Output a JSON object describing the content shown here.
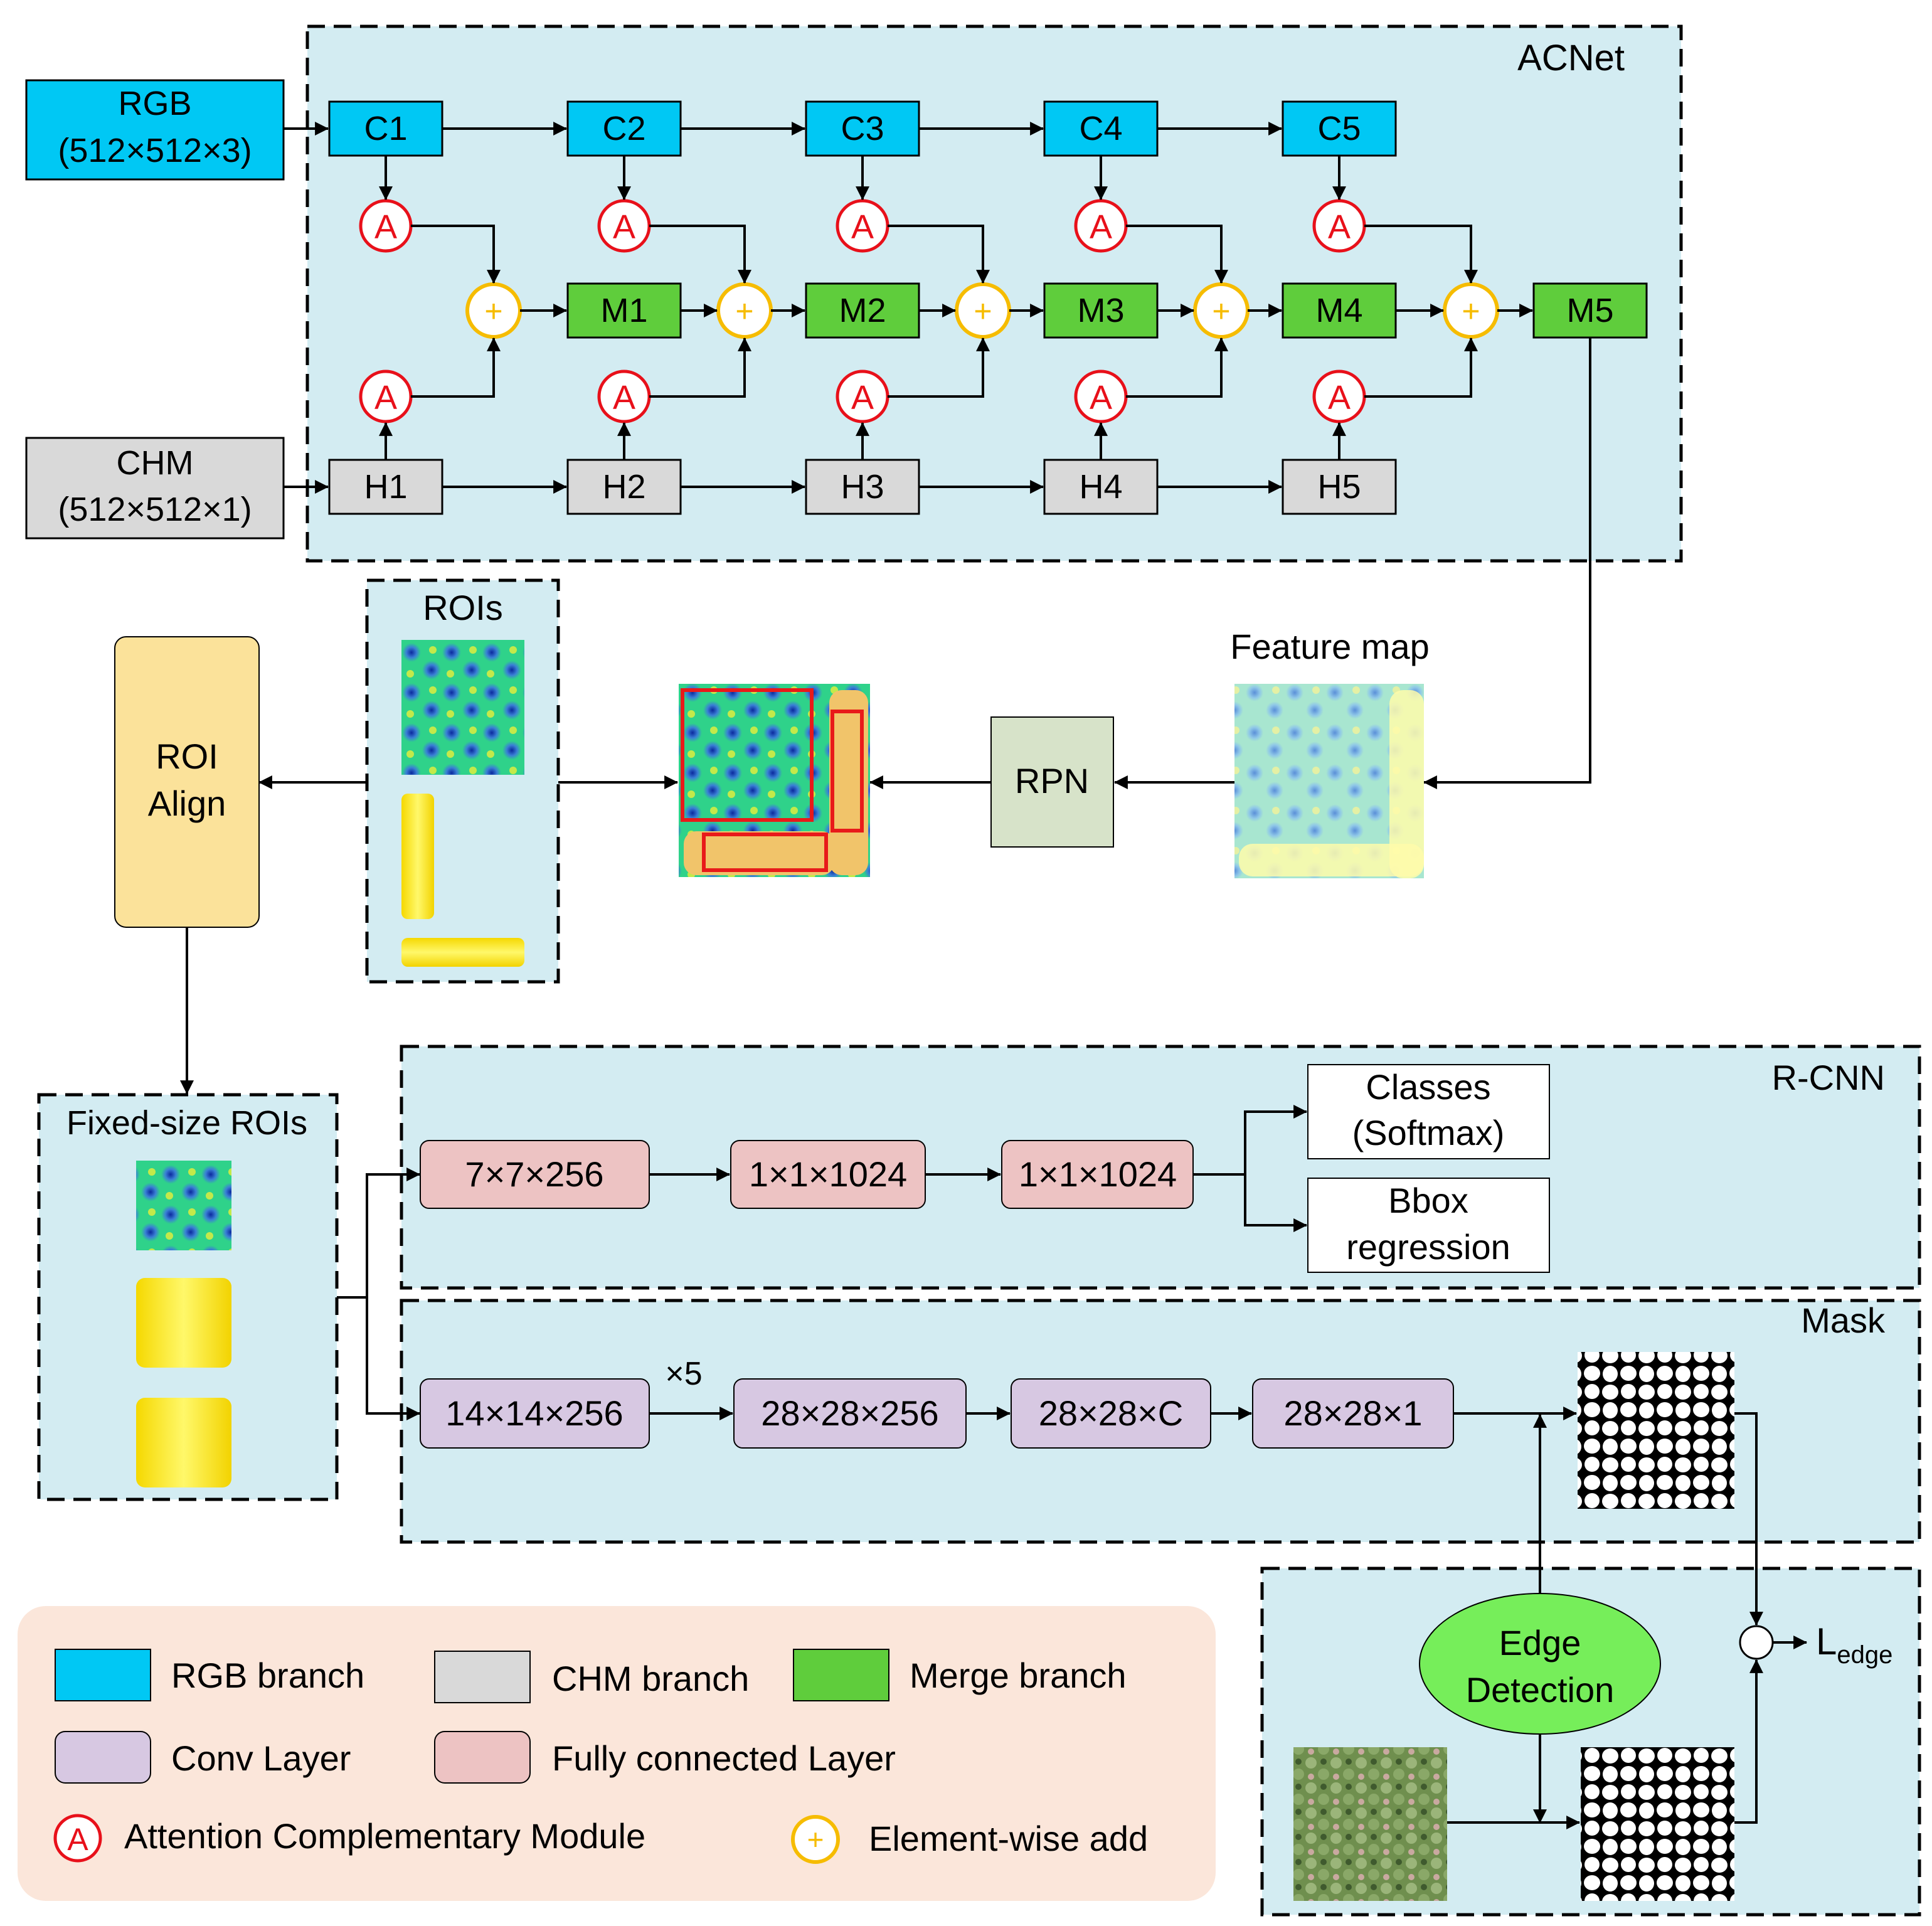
{
  "acnet": {
    "title": "ACNet",
    "rgb_input": {
      "name": "RGB",
      "shape": "(512×512×3)"
    },
    "chm_input": {
      "name": "CHM",
      "shape": "(512×512×1)"
    },
    "rgb_nodes": [
      "C1",
      "C2",
      "C3",
      "C4",
      "C5"
    ],
    "merge_nodes": [
      "M1",
      "M2",
      "M3",
      "M4",
      "M5"
    ],
    "chm_nodes": [
      "H1",
      "H2",
      "H3",
      "H4",
      "H5"
    ],
    "attention_symbol": "A",
    "add_symbol": "+"
  },
  "middle": {
    "rois_title": "ROIs",
    "roi_align_line1": "ROI",
    "roi_align_line2": "Align",
    "rpn": "RPN",
    "feature_map": "Feature map",
    "fixed_rois_title": "Fixed-size ROIs"
  },
  "rcnn": {
    "title": "R-CNN",
    "layers": [
      "7×7×256",
      "1×1×1024",
      "1×1×1024"
    ],
    "classes_line1": "Classes",
    "classes_line2": "(Softmax)",
    "bbox_line1": "Bbox",
    "bbox_line2": "regression"
  },
  "mask": {
    "title": "Mask",
    "repeat": "×5",
    "layers": [
      "14×14×256",
      "28×28×256",
      "28×28×C",
      "28×28×1"
    ]
  },
  "edge": {
    "line1": "Edge",
    "line2": "Detection",
    "loss_main": "L",
    "loss_sub": "edge"
  },
  "legend": {
    "rgb_branch": "RGB branch",
    "chm_branch": "CHM branch",
    "merge_branch": "Merge branch",
    "conv_layer": "Conv Layer",
    "fc_layer": "Fully connected Layer",
    "attention": "Attention Complementary Module",
    "attention_symbol": "A",
    "add": "Element-wise add",
    "add_symbol": "+"
  },
  "colors": {
    "rgb": "#00c8f4",
    "chm": "#d9d9d9",
    "merge": "#5fcd3c",
    "conv": "#d7c8e2",
    "fc": "#edc3c3",
    "panel": "#d3ecf2",
    "legend_bg": "#fbe6da",
    "roi_align": "#fbe29a",
    "rpn": "#d7e3c9",
    "edge": "#76ee5a",
    "attention": "#e8101a",
    "add": "#f6bc00"
  }
}
